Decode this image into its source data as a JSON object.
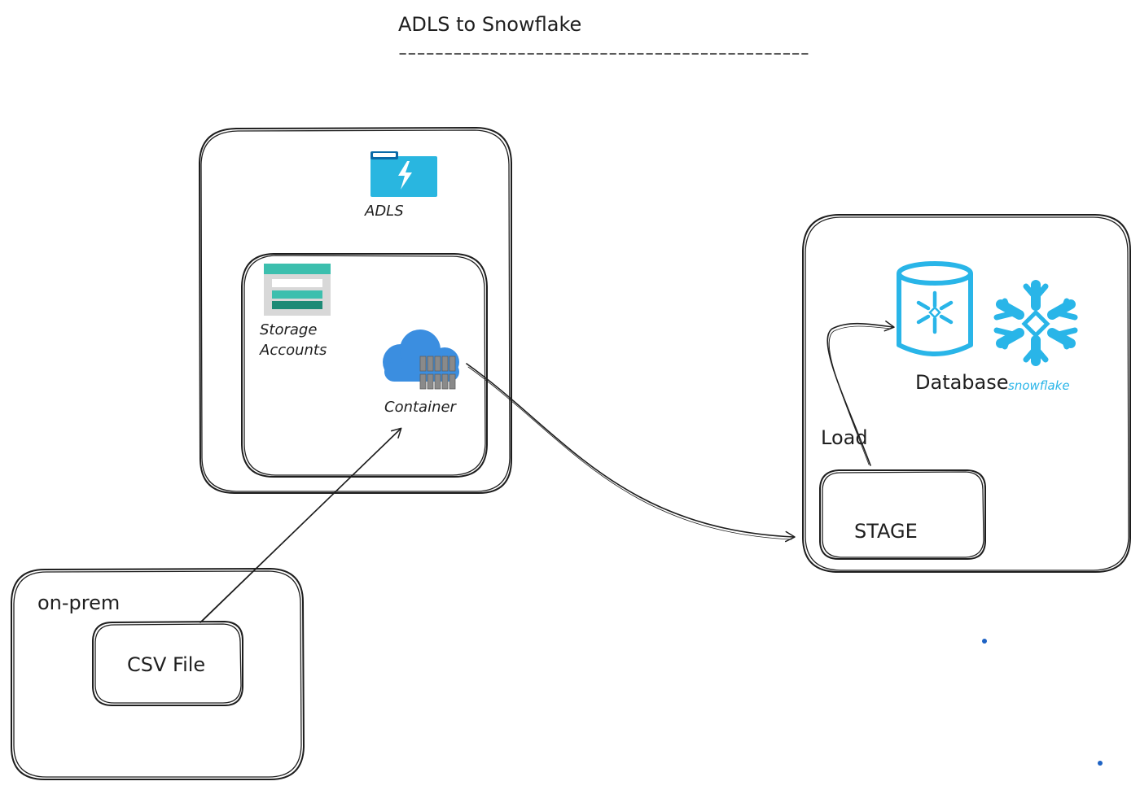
{
  "title": "ADLS to Snowflake",
  "title_divider": "---------------------------------------------",
  "adls": {
    "label": "ADLS",
    "storage_label_line1": "Storage",
    "storage_label_line2": "Accounts",
    "container_label": "Container"
  },
  "snowflake": {
    "database_label": "Database",
    "brand_label": "snowflake",
    "load_label": "Load",
    "stage_label": "STAGE"
  },
  "onprem": {
    "label": "on-prem",
    "file_label": "CSV File"
  },
  "colors": {
    "adls_folder": "#29b6e0",
    "adls_folder_tab": "#0a6aa8",
    "storage_green": "#3cbfae",
    "storage_dark": "#1d8a76",
    "container_cloud": "#3b8ee0",
    "snowflake_blue": "#29b5e8",
    "dot_blue": "#1e63c4"
  }
}
